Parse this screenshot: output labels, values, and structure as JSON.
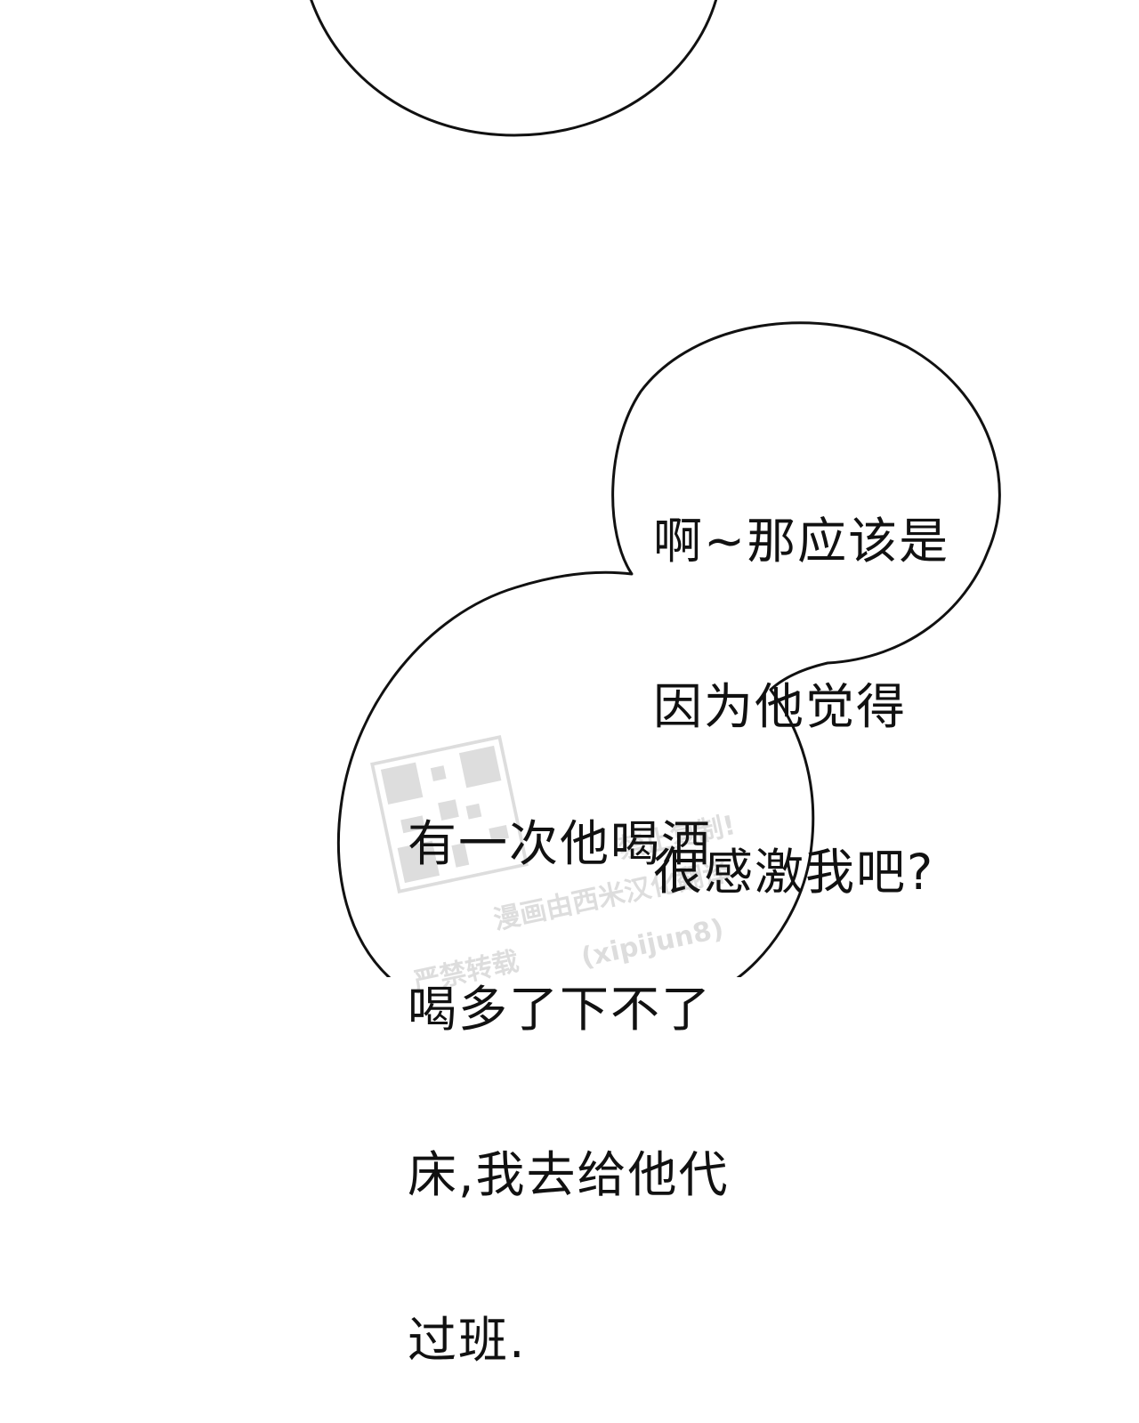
{
  "colors": {
    "background": "#ffffff",
    "bubble_fill": "#ffffff",
    "bubble_stroke": "#111111",
    "text": "#111111"
  },
  "bubbles": [
    {
      "lines": [
        "啊~那应该是",
        "因为他觉得",
        "很感激我吧?"
      ]
    },
    {
      "lines": [
        "有一次他喝酒",
        "喝多了下不了",
        "床,我去给他代",
        "过班."
      ]
    }
  ],
  "watermark": {
    "lines": [
      "禁止复制!",
      "漫画由西米汉化翻译",
      "严禁转载",
      "(xipijun8)"
    ],
    "icon": "qr-code-icon"
  }
}
